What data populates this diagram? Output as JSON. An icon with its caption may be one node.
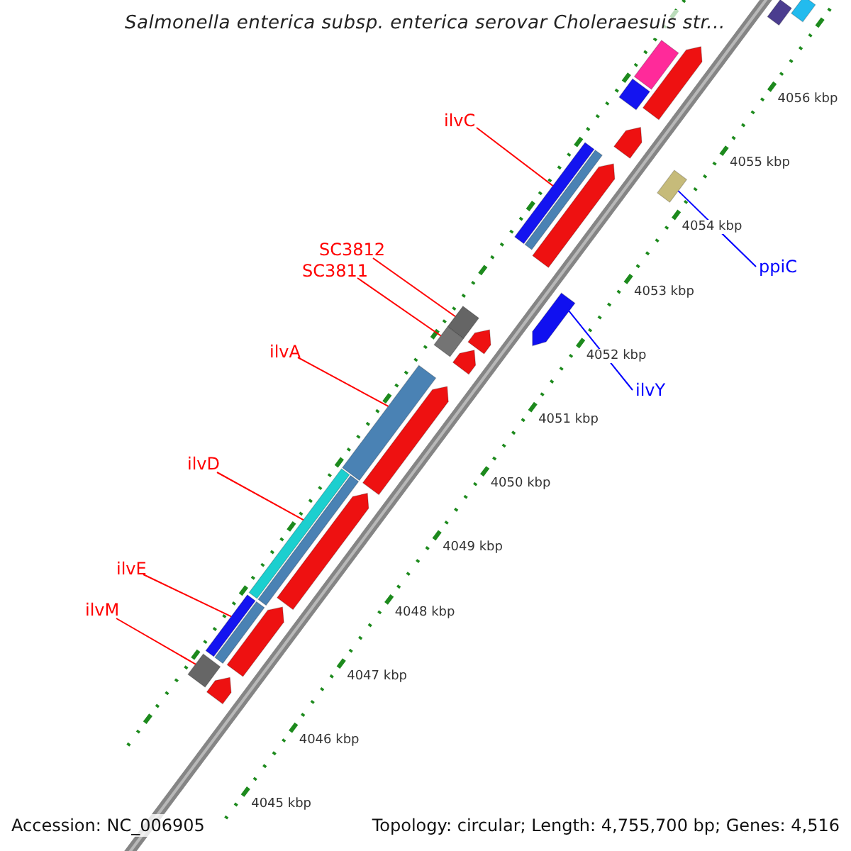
{
  "diagram": {
    "title": "Salmonella enterica subsp. enterica serovar Choleraesuis str...",
    "nodes": [
      {
        "text": [
          "ilvC"
        ]
      },
      {
        "text": [
          "ppiC"
        ]
      },
      {
        "text": [
          "SC3812"
        ]
      },
      {
        "text": [
          "SC3811"
        ]
      },
      {
        "text": [
          "ilvA"
        ]
      },
      {
        "text": [
          "ilvY"
        ]
      },
      {
        "text": [
          "ilvD"
        ]
      },
      {
        "text": [
          "ilvE"
        ]
      },
      {
        "text": [
          "ilvM"
        ]
      },
      {
        "text": [],
        "shape": "bar"
      },
      {
        "text": [],
        "shape": "box"
      },
      {
        "text": [],
        "shape": "bar"
      },
      {
        "text": [],
        "shape": "bar"
      },
      {
        "text": [],
        "shape": "arrow"
      },
      {
        "text": [],
        "shape": "bar"
      },
      {
        "text": [],
        "shape": "bar"
      },
      {
        "text": [],
        "shape": "bar"
      },
      {
        "text": [],
        "shape": "bar"
      },
      {
        "text": [],
        "shape": "bar"
      },
      {
        "text": [],
        "shape": "bar"
      },
      {
        "text": [],
        "shape": "bar"
      },
      {
        "text": [],
        "shape": "arrow"
      },
      {
        "text": [],
        "shape": "bar"
      },
      {
        "text": [],
        "shape": "arrow"
      },
      {
        "text": [],
        "shape": "arrow"
      },
      {
        "text": [],
        "shape": "bar"
      },
      {
        "text": [],
        "shape": "arrow"
      },
      {
        "text": [],
        "shape": "arrow"
      },
      {
        "text": [],
        "shape": "arrow"
      },
      {
        "text": [],
        "shape": "bar"
      },
      {
        "text": [],
        "shape": "arrow"
      },
      {
        "text": [],
        "shape": "arrow"
      },
      {
        "text": [],
        "shape": "bar"
      },
      {
        "text": [],
        "shape": "arrow"
      }
    ],
    "edges": [
      {
        "from": 0,
        "to": 9,
        "arrow": "none"
      },
      {
        "from": 1,
        "to": 10,
        "arrow": "none",
        "color": "#0000ff"
      },
      {
        "from": 2,
        "to": 11,
        "arrow": "none"
      },
      {
        "from": 3,
        "to": 12,
        "arrow": "none"
      },
      {
        "from": 4,
        "to": 14,
        "arrow": "none"
      },
      {
        "from": 5,
        "to": 13,
        "arrow": "none",
        "color": "#0000ff"
      },
      {
        "from": 6,
        "to": 15,
        "arrow": "none"
      },
      {
        "from": 7,
        "to": 16,
        "arrow": "none"
      },
      {
        "from": 8,
        "to": 17,
        "arrow": "none"
      }
    ],
    "labels": [
      "4056 kbp",
      "4055 kbp",
      "4054 kbp",
      "4053 kbp",
      "4052 kbp",
      "4051 kbp",
      "4050 kbp",
      "4049 kbp",
      "4048 kbp",
      "4047 kbp",
      "4046 kbp",
      "4045 kbp",
      "Accession: NC_006905",
      "Topology: circular; Length: 4,755,700 bp; Genes: 4,516"
    ]
  }
}
